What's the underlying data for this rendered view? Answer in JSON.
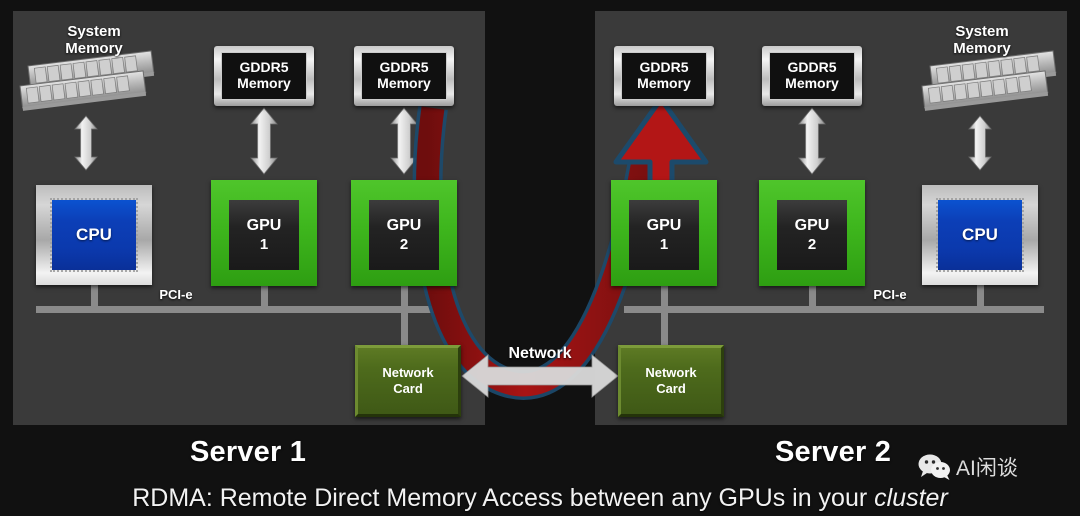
{
  "caption": {
    "prefix": "RDMA: Remote Direct Memory Access between any GPUs in your ",
    "emphasis": "cluster"
  },
  "watermark": {
    "text": "AI闲谈",
    "icon": "wechat-icon"
  },
  "network": {
    "label": "Network",
    "arrow": "double-headed-arrow"
  },
  "colors": {
    "panel_bg": "#3a3a3a",
    "page_bg": "#111111",
    "gpu_green": "#3eb61d",
    "cpu_blue": "#0c3fb7",
    "netcard_green": "#4e6b1c",
    "wire_grey": "#8a8a8a",
    "rdma_red": "#9e1616",
    "rdma_outline": "#1c4a6b",
    "text_white": "#ffffff"
  },
  "servers": [
    {
      "id": "server-1",
      "label": "Server 1",
      "bus_label": "PCI-e",
      "system_memory": {
        "label": "System\nMemory",
        "line1": "System",
        "line2": "Memory",
        "icon": "dimm-icon"
      },
      "cpu": {
        "label": "CPU"
      },
      "network_card": {
        "line1": "Network",
        "line2": "Card"
      },
      "gpus": [
        {
          "name": "GPU",
          "number": "1",
          "memory_line1": "GDDR5",
          "memory_line2": "Memory"
        },
        {
          "name": "GPU",
          "number": "2",
          "memory_line1": "GDDR5",
          "memory_line2": "Memory"
        }
      ]
    },
    {
      "id": "server-2",
      "label": "Server 2",
      "bus_label": "PCI-e",
      "system_memory": {
        "label": "System\nMemory",
        "line1": "System",
        "line2": "Memory",
        "icon": "dimm-icon"
      },
      "cpu": {
        "label": "CPU"
      },
      "network_card": {
        "line1": "Network",
        "line2": "Card"
      },
      "gpus": [
        {
          "name": "GPU",
          "number": "1",
          "memory_line1": "GDDR5",
          "memory_line2": "Memory"
        },
        {
          "name": "GPU",
          "number": "2",
          "memory_line1": "GDDR5",
          "memory_line2": "Memory"
        }
      ]
    }
  ]
}
